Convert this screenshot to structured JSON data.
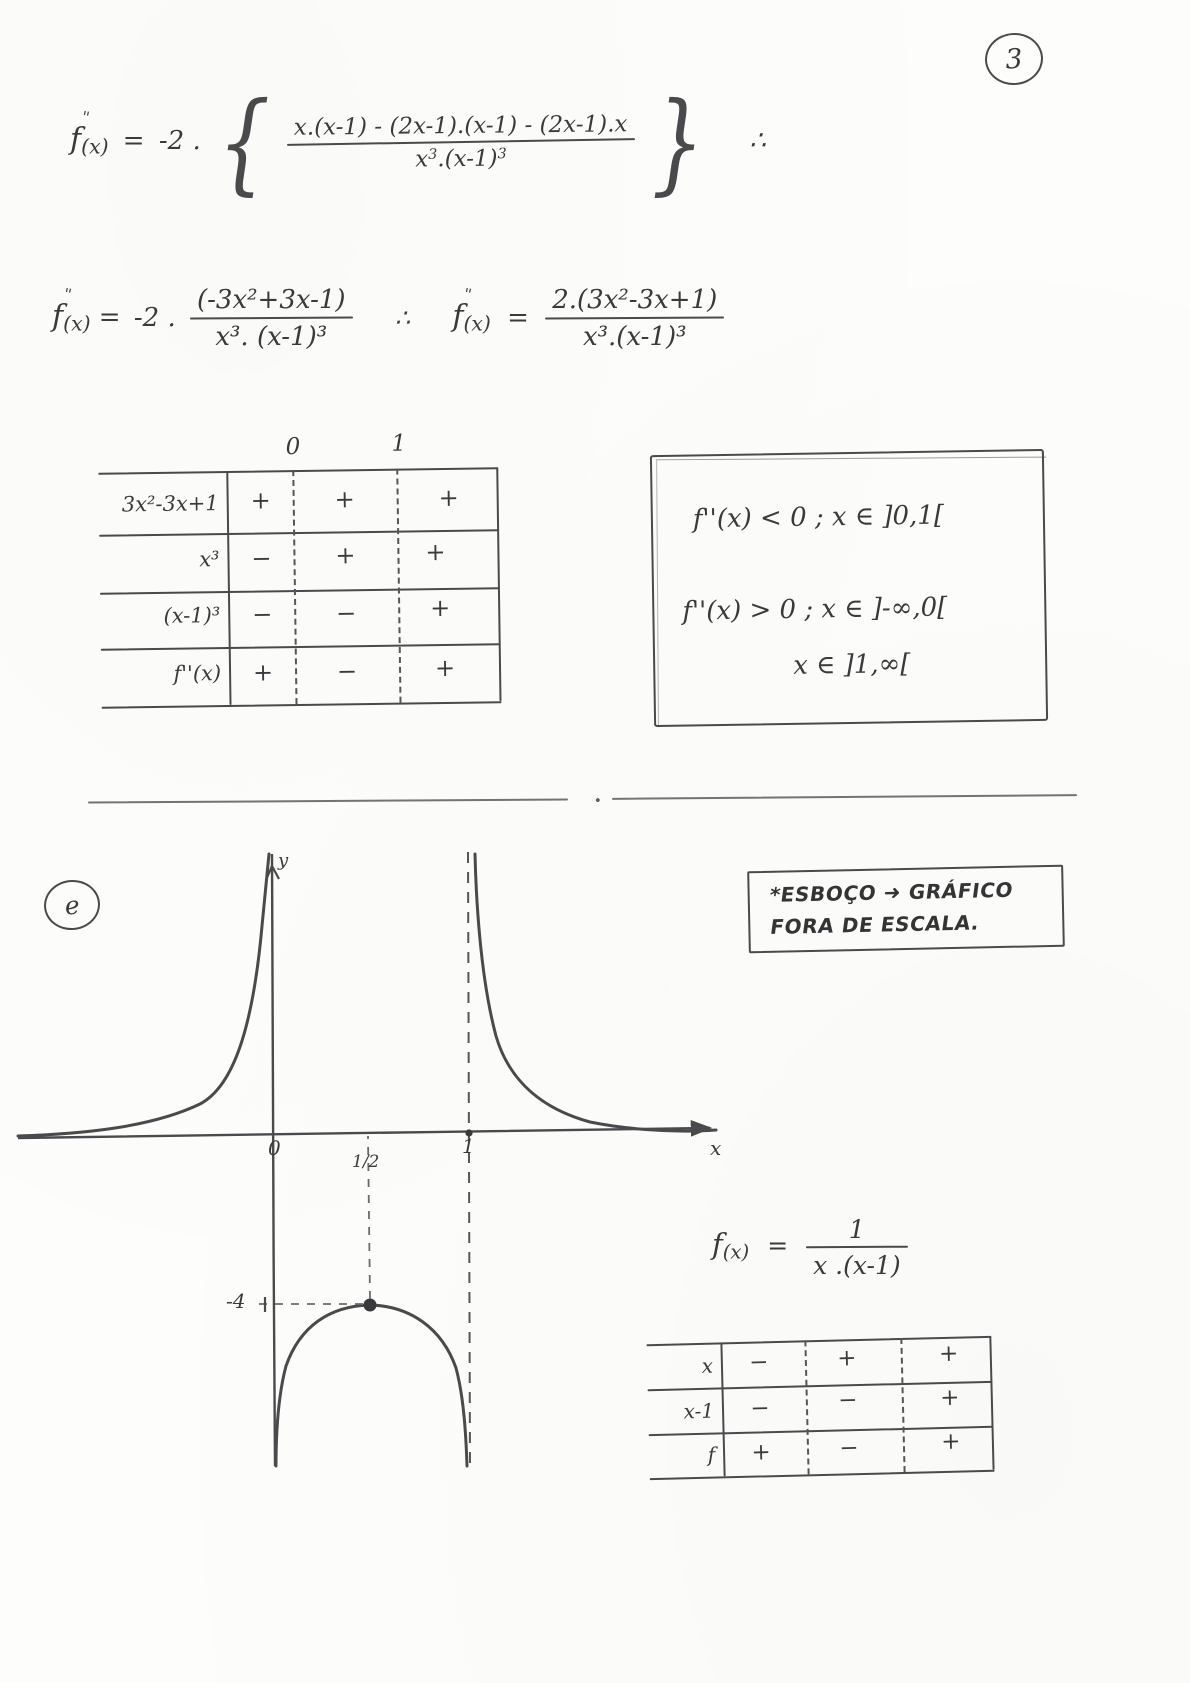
{
  "page": {
    "number": "3",
    "item_label": "e"
  },
  "equations": {
    "eq1": {
      "lhs": "f",
      "lhs_prime": "''",
      "lhs_arg": "(x)",
      "equals": "=",
      "coefficient": "-2 .",
      "numerator": "x.(x-1) - (2x-1).(x-1) - (2x-1).x",
      "denominator_base": "x",
      "denominator_exp": "3",
      "denominator_rest": ".(x-1)",
      "denominator_rest_exp": "3",
      "therefore": "∴"
    },
    "eq2_left": {
      "lhs": "f",
      "lhs_prime": "''",
      "lhs_arg": "(x)",
      "equals": "=",
      "coefficient": "-2 .",
      "numerator": "(-3x²+3x-1)",
      "denominator": "x³. (x-1)³"
    },
    "eq2_right": {
      "lhs": "f",
      "lhs_prime": "''",
      "lhs_arg": "(x)",
      "equals": "=",
      "numerator": "2.(3x²-3x+1)",
      "denominator": "x³.(x-1)³"
    },
    "therefore_symbol": "∴"
  },
  "sign_table_1": {
    "critical_points": [
      "0",
      "1"
    ],
    "rows": [
      {
        "label": "3x²-3x+1",
        "signs": [
          "+",
          "+",
          "+"
        ]
      },
      {
        "label": "x³",
        "signs": [
          "−",
          "+",
          "+"
        ]
      },
      {
        "label": "(x-1)³",
        "signs": [
          "−",
          "−",
          "+"
        ]
      },
      {
        "label": "f''(x)",
        "signs": [
          "+",
          "−",
          "+"
        ]
      }
    ]
  },
  "inequality_box": {
    "line1": "f''(x) < 0 ;  x ∈ ]0,1[",
    "line2": "f''(x) > 0 ;  x ∈ ]-∞,0[",
    "line3": "x ∈ ]1,∞["
  },
  "note_box": {
    "line1": "*ESBOÇO ➜ GRÁFICO",
    "line2": "FORA DE ESCALA."
  },
  "graph": {
    "x_axis_label": "x",
    "y_axis_label": "y",
    "tick_labels": [
      "0",
      "1/2",
      "1"
    ],
    "y_tick_label": "-4",
    "minimum_point": {
      "x": "1/2",
      "y": "-4"
    },
    "asymptotes": [
      "x = 0",
      "x = 1"
    ]
  },
  "f_definition": {
    "lhs": "f",
    "lhs_arg": "(x)",
    "equals": "=",
    "numerator": "1",
    "denominator": "x .(x-1)"
  },
  "sign_table_2": {
    "rows": [
      {
        "label": "x",
        "signs": [
          "−",
          "+",
          "+"
        ]
      },
      {
        "label": "x-1",
        "signs": [
          "−",
          "−",
          "+"
        ]
      },
      {
        "label": "f",
        "signs": [
          "+",
          "−",
          "+"
        ]
      }
    ]
  },
  "chart_data": {
    "type": "line",
    "title": "Esboço do gráfico de f(x) = 1/(x(x-1))",
    "xlabel": "x",
    "ylabel": "y",
    "xlim": [
      -3,
      3
    ],
    "ylim": [
      -9,
      9
    ],
    "grid": false,
    "legend": "none",
    "annotations": [
      {
        "text": "0",
        "x": 0,
        "y": 0
      },
      {
        "text": "1/2",
        "x": 0.5,
        "y": 0
      },
      {
        "text": "1",
        "x": 1,
        "y": 0
      },
      {
        "text": "-4",
        "x": 0,
        "y": -4
      }
    ],
    "vertical_asymptotes": [
      0,
      1
    ],
    "horizontal_asymptote": 0,
    "series": [
      {
        "name": "branch-left",
        "x": [
          -3.0,
          -2.5,
          -2.0,
          -1.5,
          -1.0,
          -0.7,
          -0.5,
          -0.35,
          -0.2,
          -0.1,
          -0.05
        ],
        "y": [
          0.083,
          0.114,
          0.167,
          0.267,
          0.5,
          0.84,
          1.33,
          2.12,
          4.17,
          9.09,
          19.0
        ]
      },
      {
        "name": "branch-middle",
        "x": [
          0.08,
          0.15,
          0.25,
          0.35,
          0.5,
          0.65,
          0.75,
          0.85,
          0.92
        ],
        "y": [
          -13.6,
          -7.84,
          -5.33,
          -4.4,
          -4.0,
          -4.4,
          -5.33,
          -7.84,
          -13.6
        ]
      },
      {
        "name": "branch-right",
        "x": [
          1.05,
          1.1,
          1.2,
          1.35,
          1.5,
          1.7,
          2.0,
          2.5,
          3.0
        ],
        "y": [
          19.0,
          9.09,
          4.17,
          2.12,
          1.33,
          0.84,
          0.5,
          0.267,
          0.167
        ]
      }
    ]
  }
}
